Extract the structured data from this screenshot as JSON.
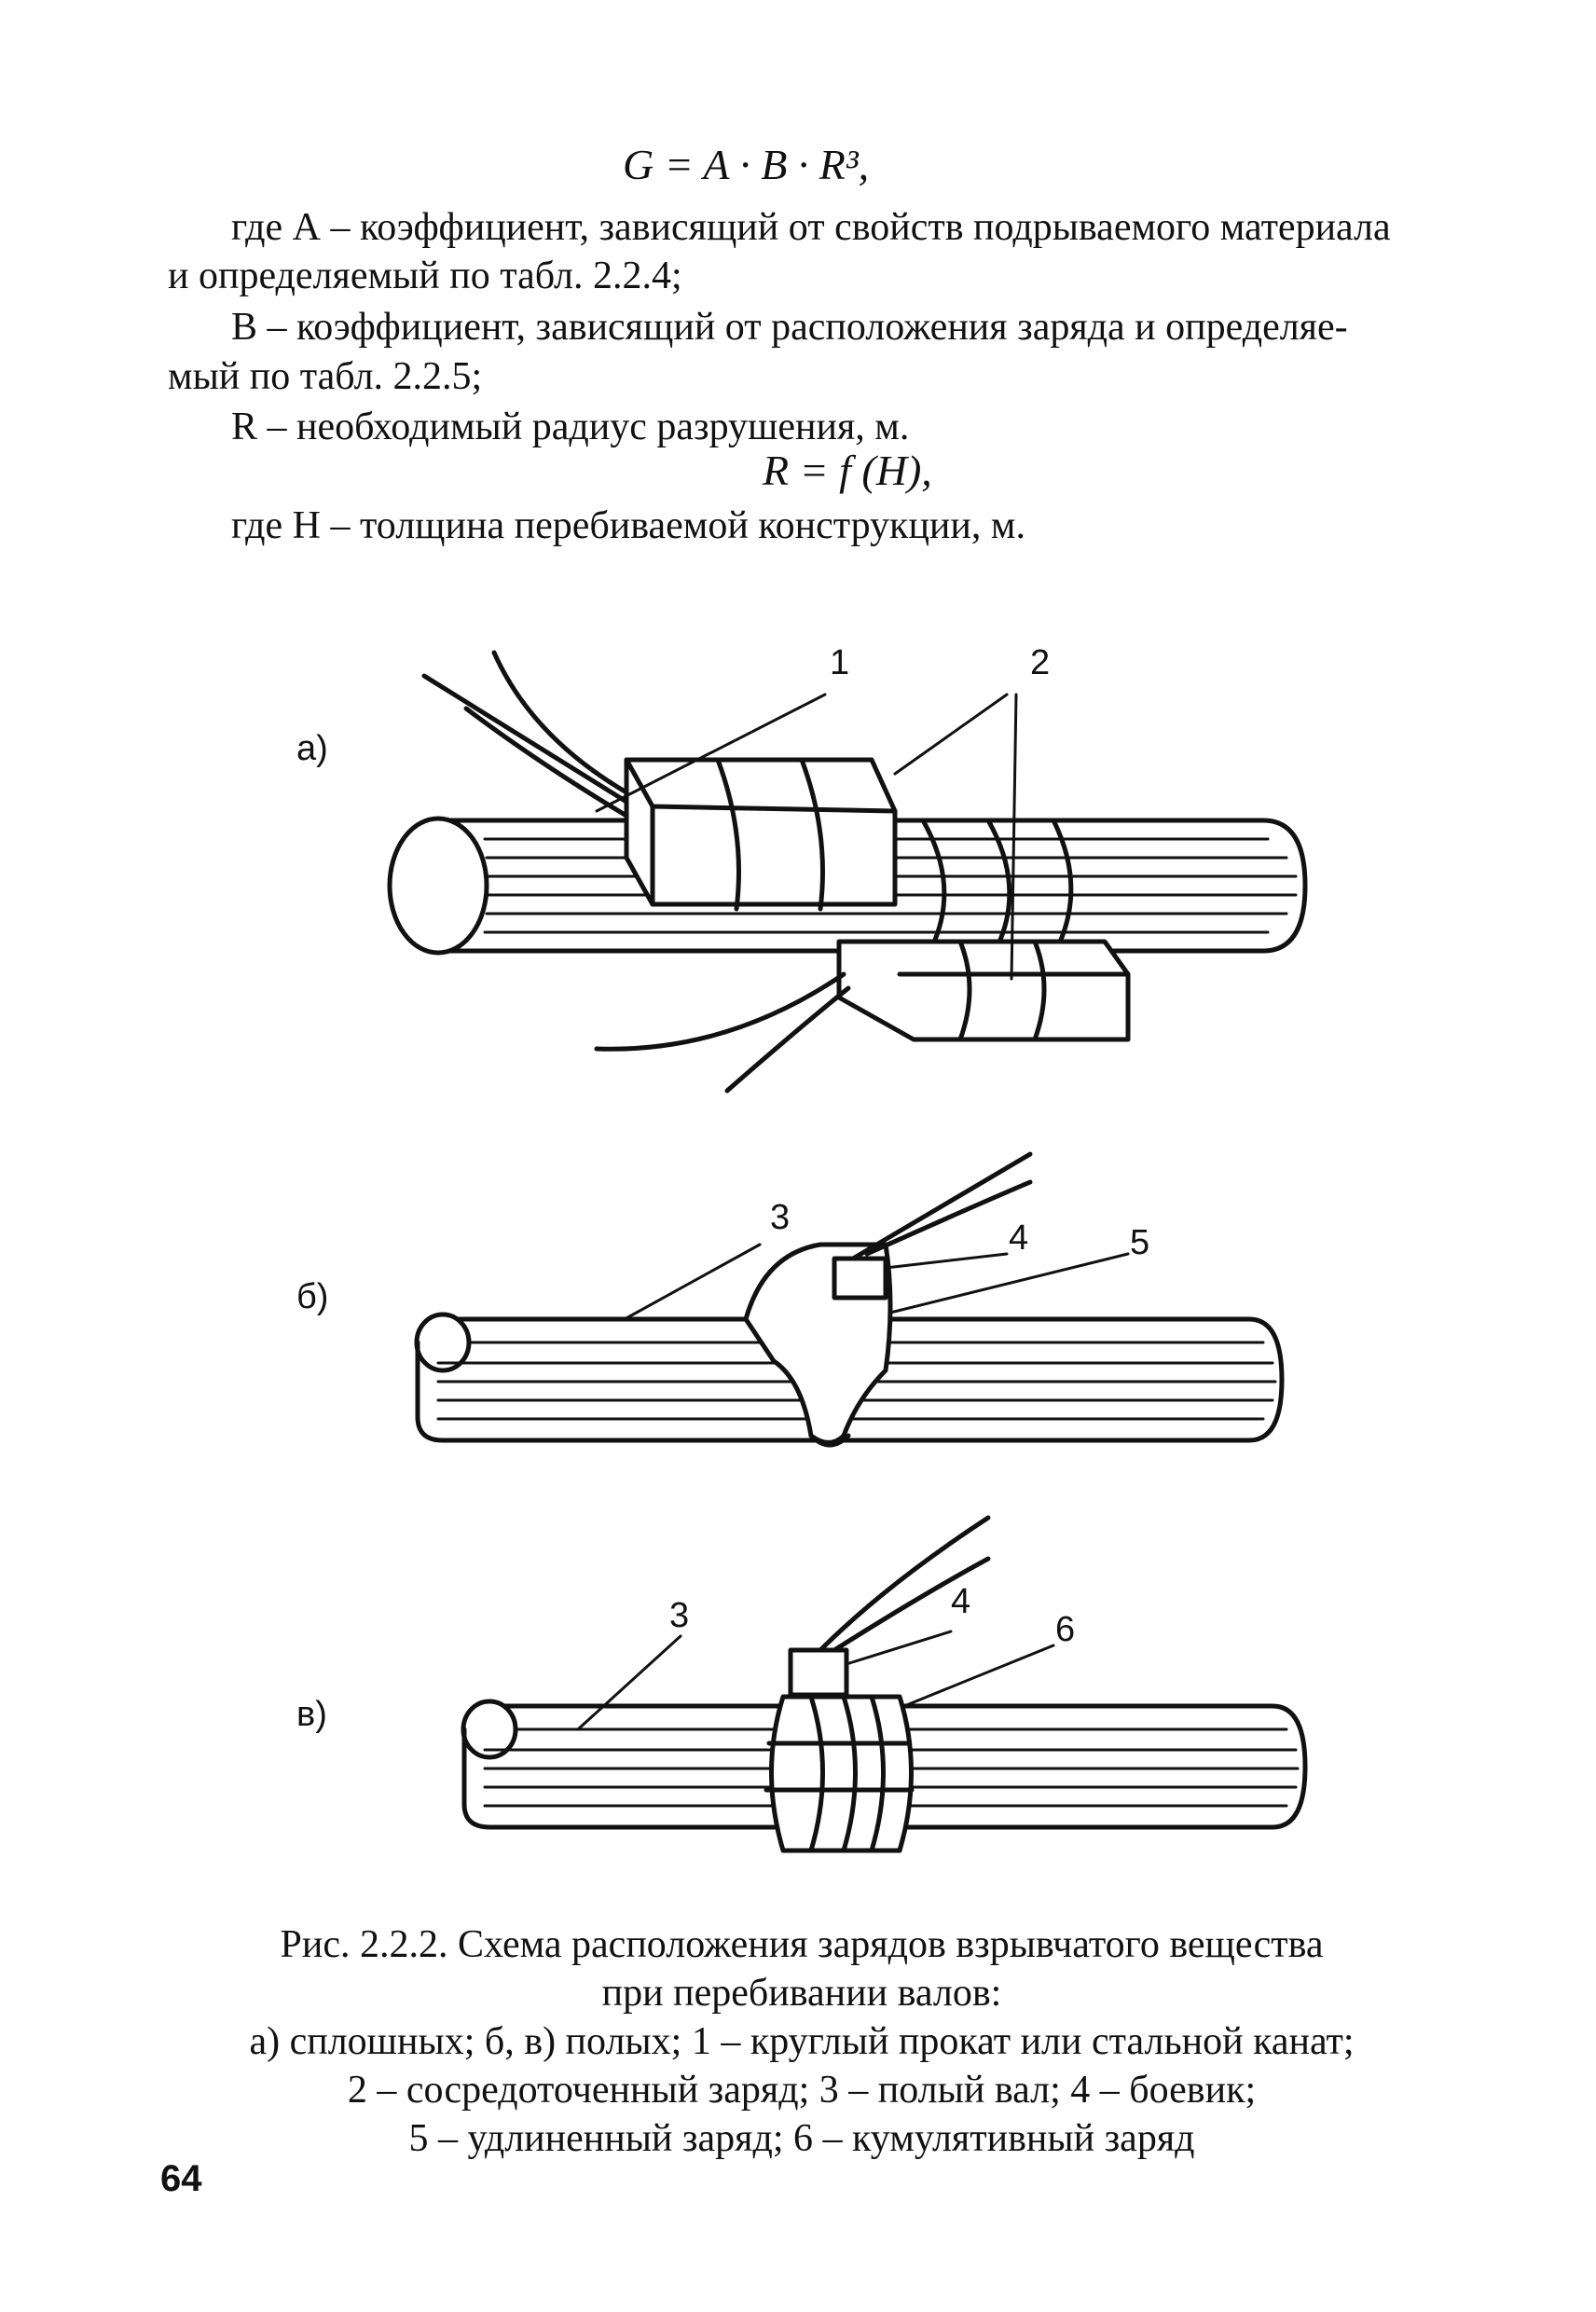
{
  "formula_main": "G = A · B · R³,",
  "body": {
    "l1": "где А – коэффициент, зависящий от свойств подрываемого материала",
    "l2": "и определяемый по табл. 2.2.4;",
    "l3": "В – коэффициент, зависящий от расположения заряда и определяе-",
    "l4": "мый по табл. 2.2.5;",
    "l5": "R – необходимый радиус разрушения, м.",
    "l6": "где Н – толщина перебиваемой конструкции, м."
  },
  "formula_r": "R = f (H),",
  "figure": {
    "a_letter": "а)",
    "b_letter": "б)",
    "v_letter": "в)",
    "a_labels": [
      "1",
      "2"
    ],
    "b_labels": [
      "3",
      "4",
      "5"
    ],
    "v_labels": [
      "3",
      "4",
      "6"
    ]
  },
  "caption": {
    "l1": "Рис. 2.2.2. Схема расположения зарядов взрывчатого вещества",
    "l2": "при перебивании валов:",
    "l3": "а) сплошных; б, в) полых; 1 – круглый прокат или стальной канат;",
    "l4": "2 – сосредоточенный заряд; 3 – полый вал; 4 – боевик;",
    "l5": "5 – удлиненный заряд; 6 – кумулятивный заряд"
  },
  "page_number": "64"
}
